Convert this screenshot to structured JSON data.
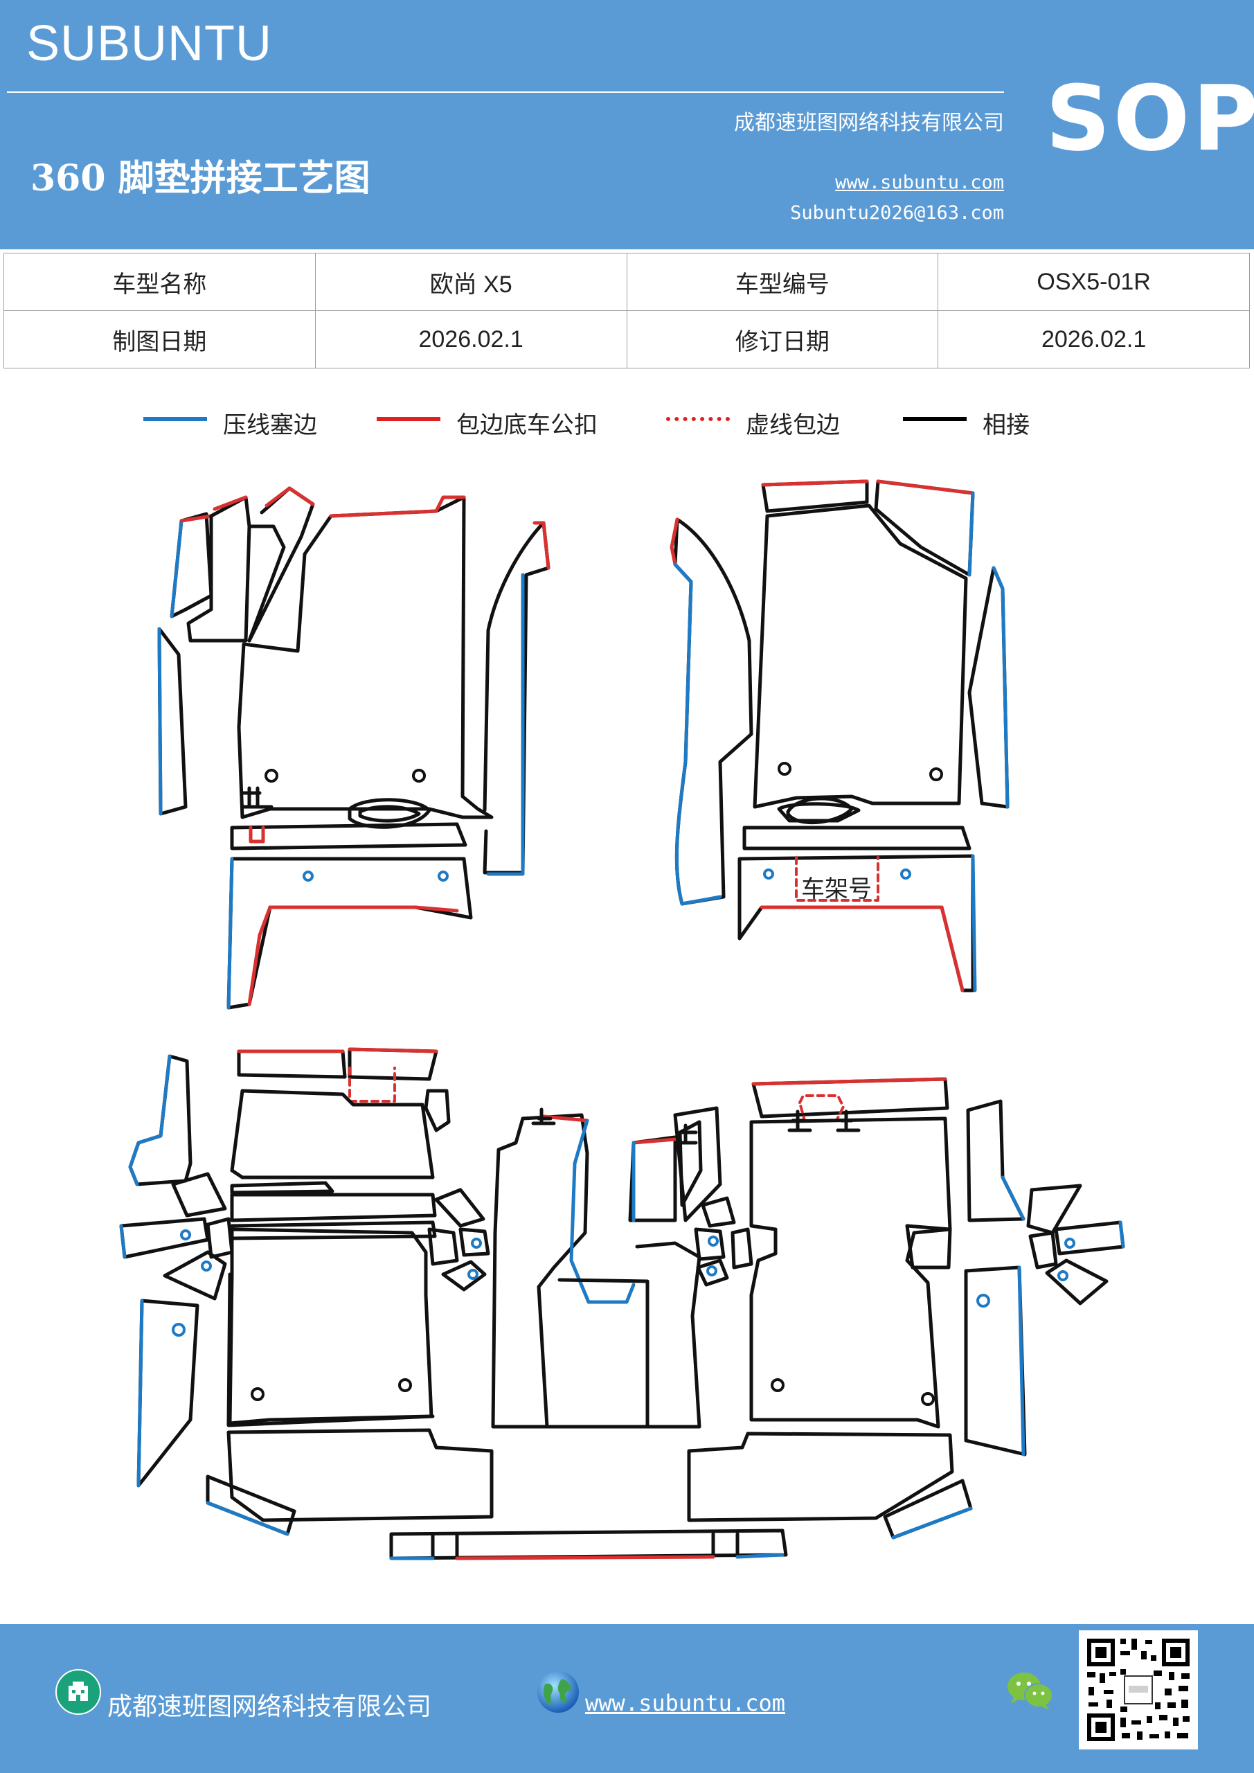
{
  "header": {
    "brand": "SUBUNTU",
    "company": "成都速班图网络科技有限公司",
    "title": "360 脚垫拼接工艺图",
    "website": "www.subuntu.com",
    "email": "Subuntu2026@163.com",
    "badge": "SOP"
  },
  "info_table": [
    {
      "label1": "车型名称",
      "value1": "欧尚 X5",
      "label2": "车型编号",
      "value2": "OSX5-01R"
    },
    {
      "label1": "制图日期",
      "value1": "2026.02.1",
      "label2": "修订日期",
      "value2": "2026.02.1"
    }
  ],
  "legend": [
    {
      "label": "压线塞边",
      "color": "#1e7ac4",
      "style": "solid"
    },
    {
      "label": "包边底车公扣",
      "color": "#e02020",
      "style": "solid"
    },
    {
      "label": "虚线包边",
      "color": "#e02020",
      "style": "dotted"
    },
    {
      "label": "相接",
      "color": "#000000",
      "style": "solid"
    }
  ],
  "diagram": {
    "vin_label": "车架号",
    "colors": {
      "press": "#1e7ac4",
      "wrap": "#d93030",
      "join": "#111111"
    }
  },
  "footer": {
    "company": "成都速班图网络科技有限公司",
    "website": "www.subuntu.com",
    "icons": [
      "building-icon",
      "globe-icon",
      "wechat-icon",
      "qr-code"
    ]
  }
}
